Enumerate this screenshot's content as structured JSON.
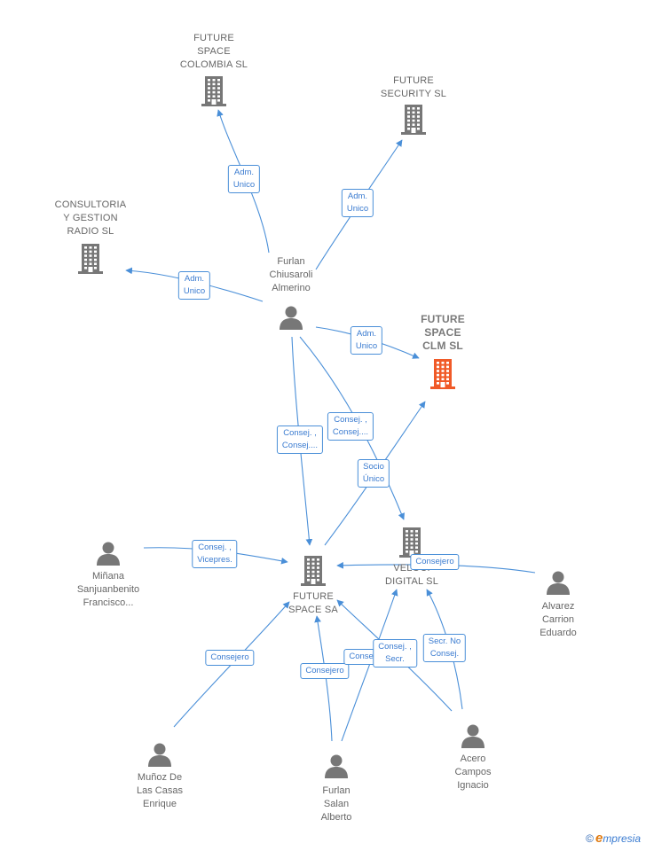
{
  "colors": {
    "edge": "#4a8fd8",
    "company": "#777777",
    "highlight": "#f05a28",
    "person": "#777777"
  },
  "nodes": [
    {
      "id": "fsc",
      "type": "company",
      "label": "FUTURE\nSPACE\nCOLOMBIA  SL"
    },
    {
      "id": "fss",
      "type": "company",
      "label": "FUTURE\nSECURITY  SL"
    },
    {
      "id": "cgr",
      "type": "company",
      "label": "CONSULTORIA\nY GESTION\nRADIO SL"
    },
    {
      "id": "fclm",
      "type": "company-highlight",
      "label": "FUTURE\nSPACE\nCLM  SL"
    },
    {
      "id": "fsa",
      "type": "company",
      "label": "FUTURE\nSPACE SA"
    },
    {
      "id": "vel",
      "type": "company",
      "label": "VELOCI\nDIGITAL  SL"
    },
    {
      "id": "fca",
      "type": "person",
      "label": "Furlan\nChiusaroli\nAlmerino"
    },
    {
      "id": "msf",
      "type": "person",
      "label": "Miñana\nSanjuanbenito\nFrancisco..."
    },
    {
      "id": "ace",
      "type": "person",
      "label": "Alvarez\nCarrion\nEduardo"
    },
    {
      "id": "mdl",
      "type": "person",
      "label": "Muñoz De\nLas Casas\nEnrique"
    },
    {
      "id": "fsal",
      "type": "person",
      "label": "Furlan\nSalan\nAlberto"
    },
    {
      "id": "aci",
      "type": "person",
      "label": "Acero\nCampos\nIgnacio"
    }
  ],
  "edges": [
    {
      "from": "fca",
      "to": "fsc",
      "label": "Adm.\nUnico"
    },
    {
      "from": "fca",
      "to": "fss",
      "label": "Adm.\nUnico"
    },
    {
      "from": "fca",
      "to": "cgr",
      "label": "Adm.\nUnico"
    },
    {
      "from": "fca",
      "to": "fclm",
      "label": "Adm.\nUnico"
    },
    {
      "from": "fca",
      "to": "fsa",
      "label": "Consej. ,\nConsej...."
    },
    {
      "from": "fca",
      "to": "vel",
      "label": "Consej. ,\nConsej...."
    },
    {
      "from": "fsa",
      "to": "fclm",
      "label": "Socio\nÚnico"
    },
    {
      "from": "msf",
      "to": "fsa",
      "label": "Consej. ,\nVicepres."
    },
    {
      "from": "ace",
      "to": "fsa",
      "label": "Consejero"
    },
    {
      "from": "mdl",
      "to": "fsa",
      "label": "Consejero"
    },
    {
      "from": "fsal",
      "to": "fsa",
      "label": "Consejero"
    },
    {
      "from": "fsal",
      "to": "vel",
      "label": "Consejero"
    },
    {
      "from": "aci",
      "to": "fsa",
      "label": "Consej. ,\nSecr."
    },
    {
      "from": "aci",
      "to": "vel",
      "label": "Secr.  No\nConsej."
    }
  ],
  "footer": {
    "copyright": "©",
    "brand_initial": "e",
    "brand_rest": "mpresia"
  }
}
